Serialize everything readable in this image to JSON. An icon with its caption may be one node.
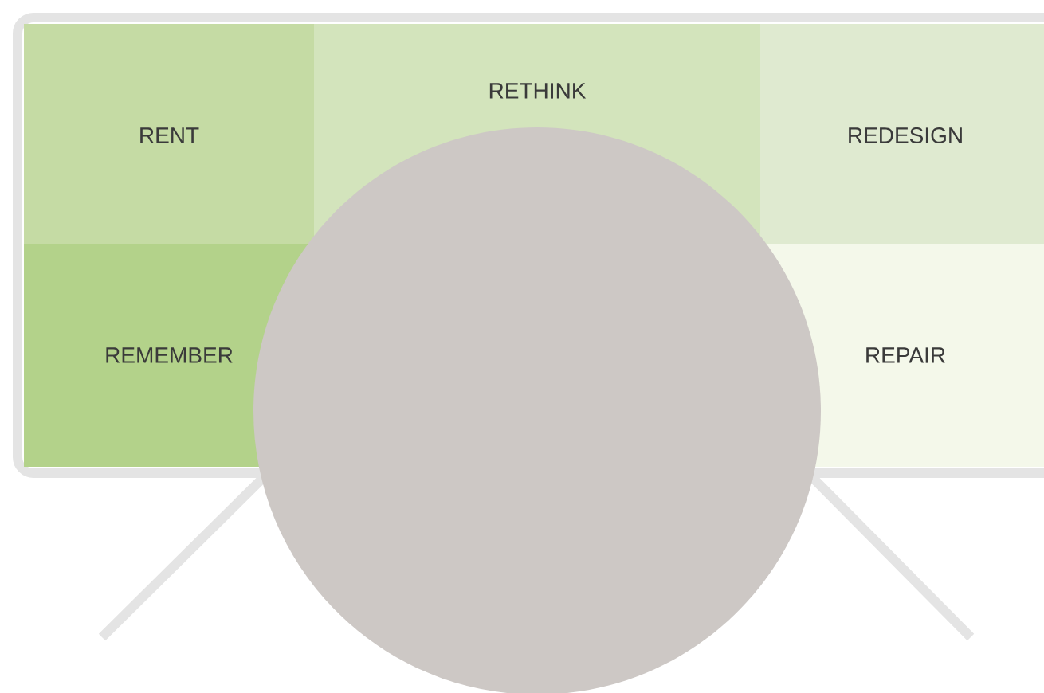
{
  "diagram": {
    "nodes": [
      {
        "text": [
          "RENT"
        ]
      },
      {
        "text": [
          "RETHINK"
        ]
      },
      {
        "text": [
          "REDESIGN"
        ]
      },
      {
        "text": [
          "REMEMBER"
        ]
      },
      {
        "text": [
          "REPAIR"
        ]
      },
      {
        "text": [],
        "shape": "circle"
      }
    ]
  }
}
